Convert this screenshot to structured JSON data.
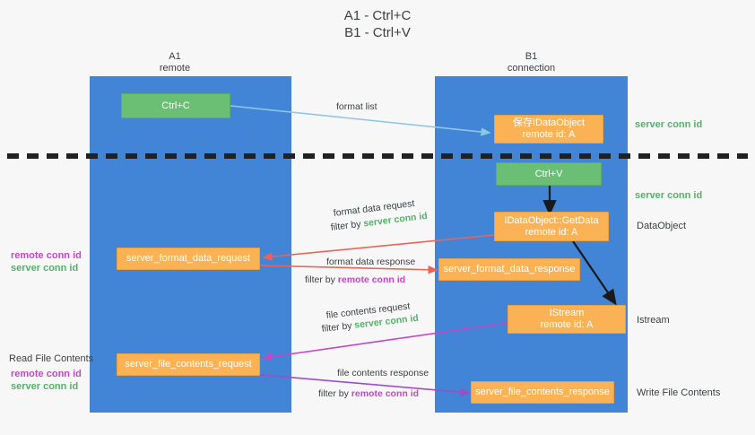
{
  "title": "A1 - Ctrl+C\nB1 - Ctrl+V",
  "columns": {
    "a": {
      "name": "A1",
      "role": "remote",
      "header": "A1\nremote"
    },
    "b": {
      "name": "B1",
      "role": "connection",
      "header": "B1\nconnection"
    }
  },
  "colors": {
    "lane": "#4285d6",
    "green_node": "#6bbf74",
    "orange_node": "#fbb254",
    "server_conn_text": "#54b06a",
    "remote_conn_text": "#c546c8",
    "divider": "#202124",
    "arrow_blue": "#8ec6e8",
    "arrow_red": "#e8645a",
    "arrow_magenta": "#c546c8",
    "arrow_purple": "#9a4fc4",
    "arrow_black": "#1a1a1a",
    "background": "#f7f7f7"
  },
  "nodes": {
    "ctrl_c": {
      "label": "Ctrl+C",
      "color": "green"
    },
    "save_idataobject": {
      "line1": "保存IDataObject",
      "line2": "remote id: A",
      "color": "orange"
    },
    "ctrl_v": {
      "label": "Ctrl+V",
      "color": "green"
    },
    "getdata": {
      "line1": "IDataObject::GetData",
      "line2": "remote id: A",
      "color": "orange"
    },
    "istream": {
      "line1": "IStream",
      "line2": "remote id: A",
      "color": "orange"
    },
    "server_format_data_request": {
      "label": "server_format_data_request",
      "color": "orange"
    },
    "server_format_data_response": {
      "label": "server_format_data_response",
      "color": "orange"
    },
    "server_file_contents_request": {
      "label": "server_file_contents_request",
      "color": "orange"
    },
    "server_file_contents_response": {
      "label": "server_file_contents_response",
      "color": "orange"
    }
  },
  "right_labels": {
    "server_conn_id_top": "server conn id",
    "server_conn_id_mid": "server conn id",
    "dataobject": "DataObject",
    "istream": "Istream",
    "write_file_contents": "Write File Contents"
  },
  "left_labels": {
    "read_file_contents": "Read File Contents",
    "remote_conn_id": "remote conn id",
    "server_conn_id": "server conn id"
  },
  "edge_labels": {
    "format_list": "format list",
    "format_data_request": "format data request",
    "format_data_request_filter_prefix": "filter by",
    "format_data_request_filter_value": "server conn id",
    "format_data_response": "format data response",
    "format_data_response_filter_prefix": "filter by",
    "format_data_response_filter_value": "remote conn id",
    "file_contents_request": "file contents request",
    "file_contents_request_filter_prefix": "filter by",
    "file_contents_request_filter_value": "server conn id",
    "file_contents_response": "file contents response",
    "file_contents_response_filter_prefix": "filter by",
    "file_contents_response_filter_value": "remote conn id"
  }
}
